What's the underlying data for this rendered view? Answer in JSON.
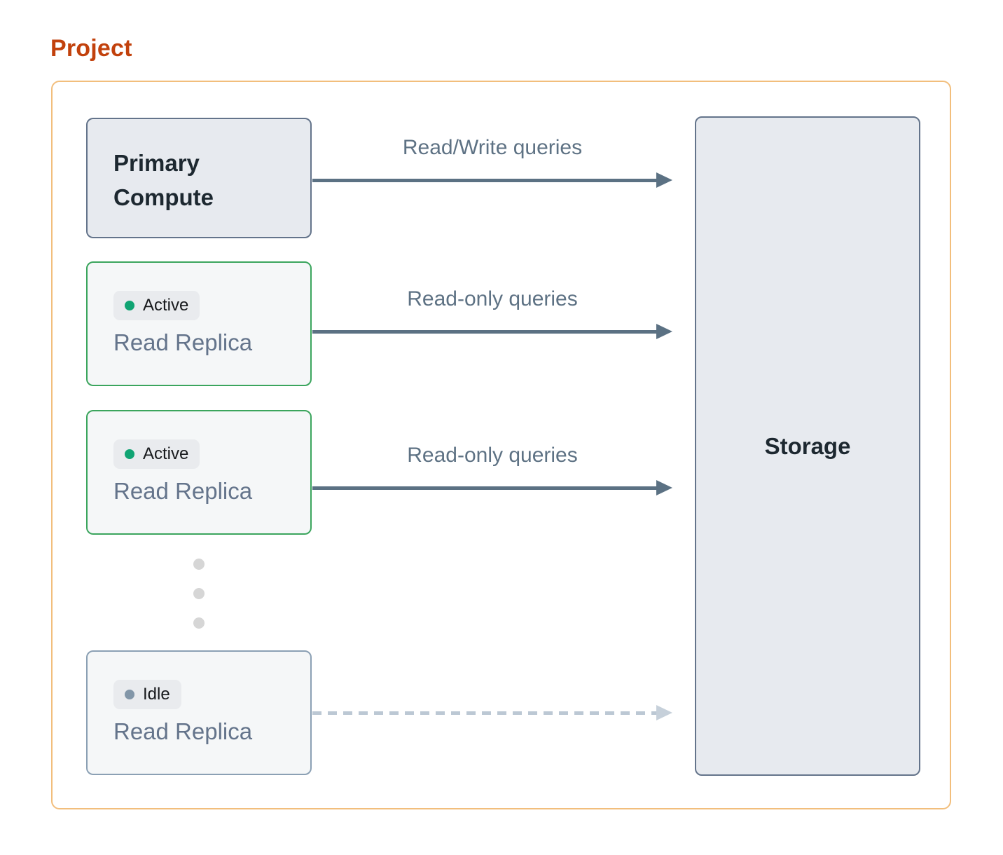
{
  "title": "Project",
  "colors": {
    "title": "#C2410C",
    "container_border": "#F2BE7C",
    "node_border": "#64748B",
    "node_bg": "#E7EAEF",
    "node_text": "#1D2830",
    "replica_bg": "#F5F7F8",
    "active_border": "#3BA55D",
    "idle_border": "#8BA0B4",
    "active_dot": "#10A473",
    "idle_dot": "#8296A8",
    "arrow": "#5B7183",
    "dashed_arrow": "#BCC8D4",
    "edge_label": "#5E7284"
  },
  "nodes": {
    "primary": {
      "label": "Primary Compute"
    },
    "replicas": [
      {
        "status": "Active",
        "label": "Read Replica"
      },
      {
        "status": "Active",
        "label": "Read Replica"
      },
      {
        "status": "Idle",
        "label": "Read Replica"
      }
    ],
    "storage": {
      "label": "Storage"
    }
  },
  "edges": [
    {
      "from": "primary",
      "to": "storage",
      "label": "Read/Write queries",
      "style": "solid"
    },
    {
      "from": "replica-1",
      "to": "storage",
      "label": "Read-only queries",
      "style": "solid"
    },
    {
      "from": "replica-2",
      "to": "storage",
      "label": "Read-only queries",
      "style": "solid"
    },
    {
      "from": "replica-3",
      "to": "storage",
      "label": "",
      "style": "dashed"
    }
  ]
}
